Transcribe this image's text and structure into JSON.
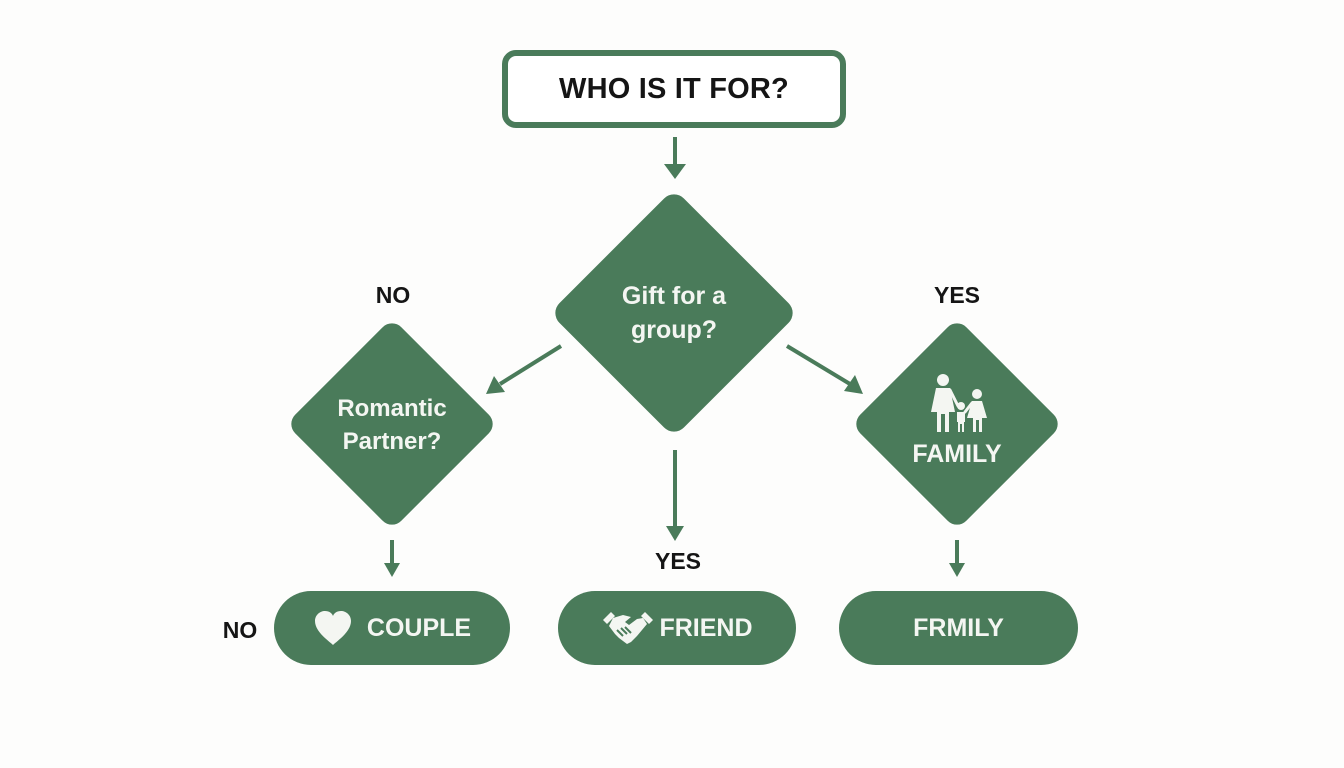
{
  "colors": {
    "primary_green": "#4a7b5a",
    "background": "#fdfdfc",
    "text_dark": "#151515",
    "text_light": "#f4f6f2"
  },
  "start": {
    "label": "WHO IS IT FOR?"
  },
  "decisions": {
    "center": {
      "line1": "Gift for a",
      "line2": "group?"
    },
    "left": {
      "line1": "Romantic",
      "line2": "Partner?"
    },
    "right": {
      "icon": "family-icon",
      "label": "FAMILY"
    }
  },
  "branch_labels": {
    "left_top": "NO",
    "right_top": "YES",
    "center_bottom": "YES",
    "left_bottom": "NO"
  },
  "outcomes": [
    {
      "icon": "heart-icon",
      "label": "COUPLE"
    },
    {
      "icon": "handshake-icon",
      "label": "FRIEND"
    },
    {
      "icon": "",
      "label": "FRMILY"
    }
  ]
}
